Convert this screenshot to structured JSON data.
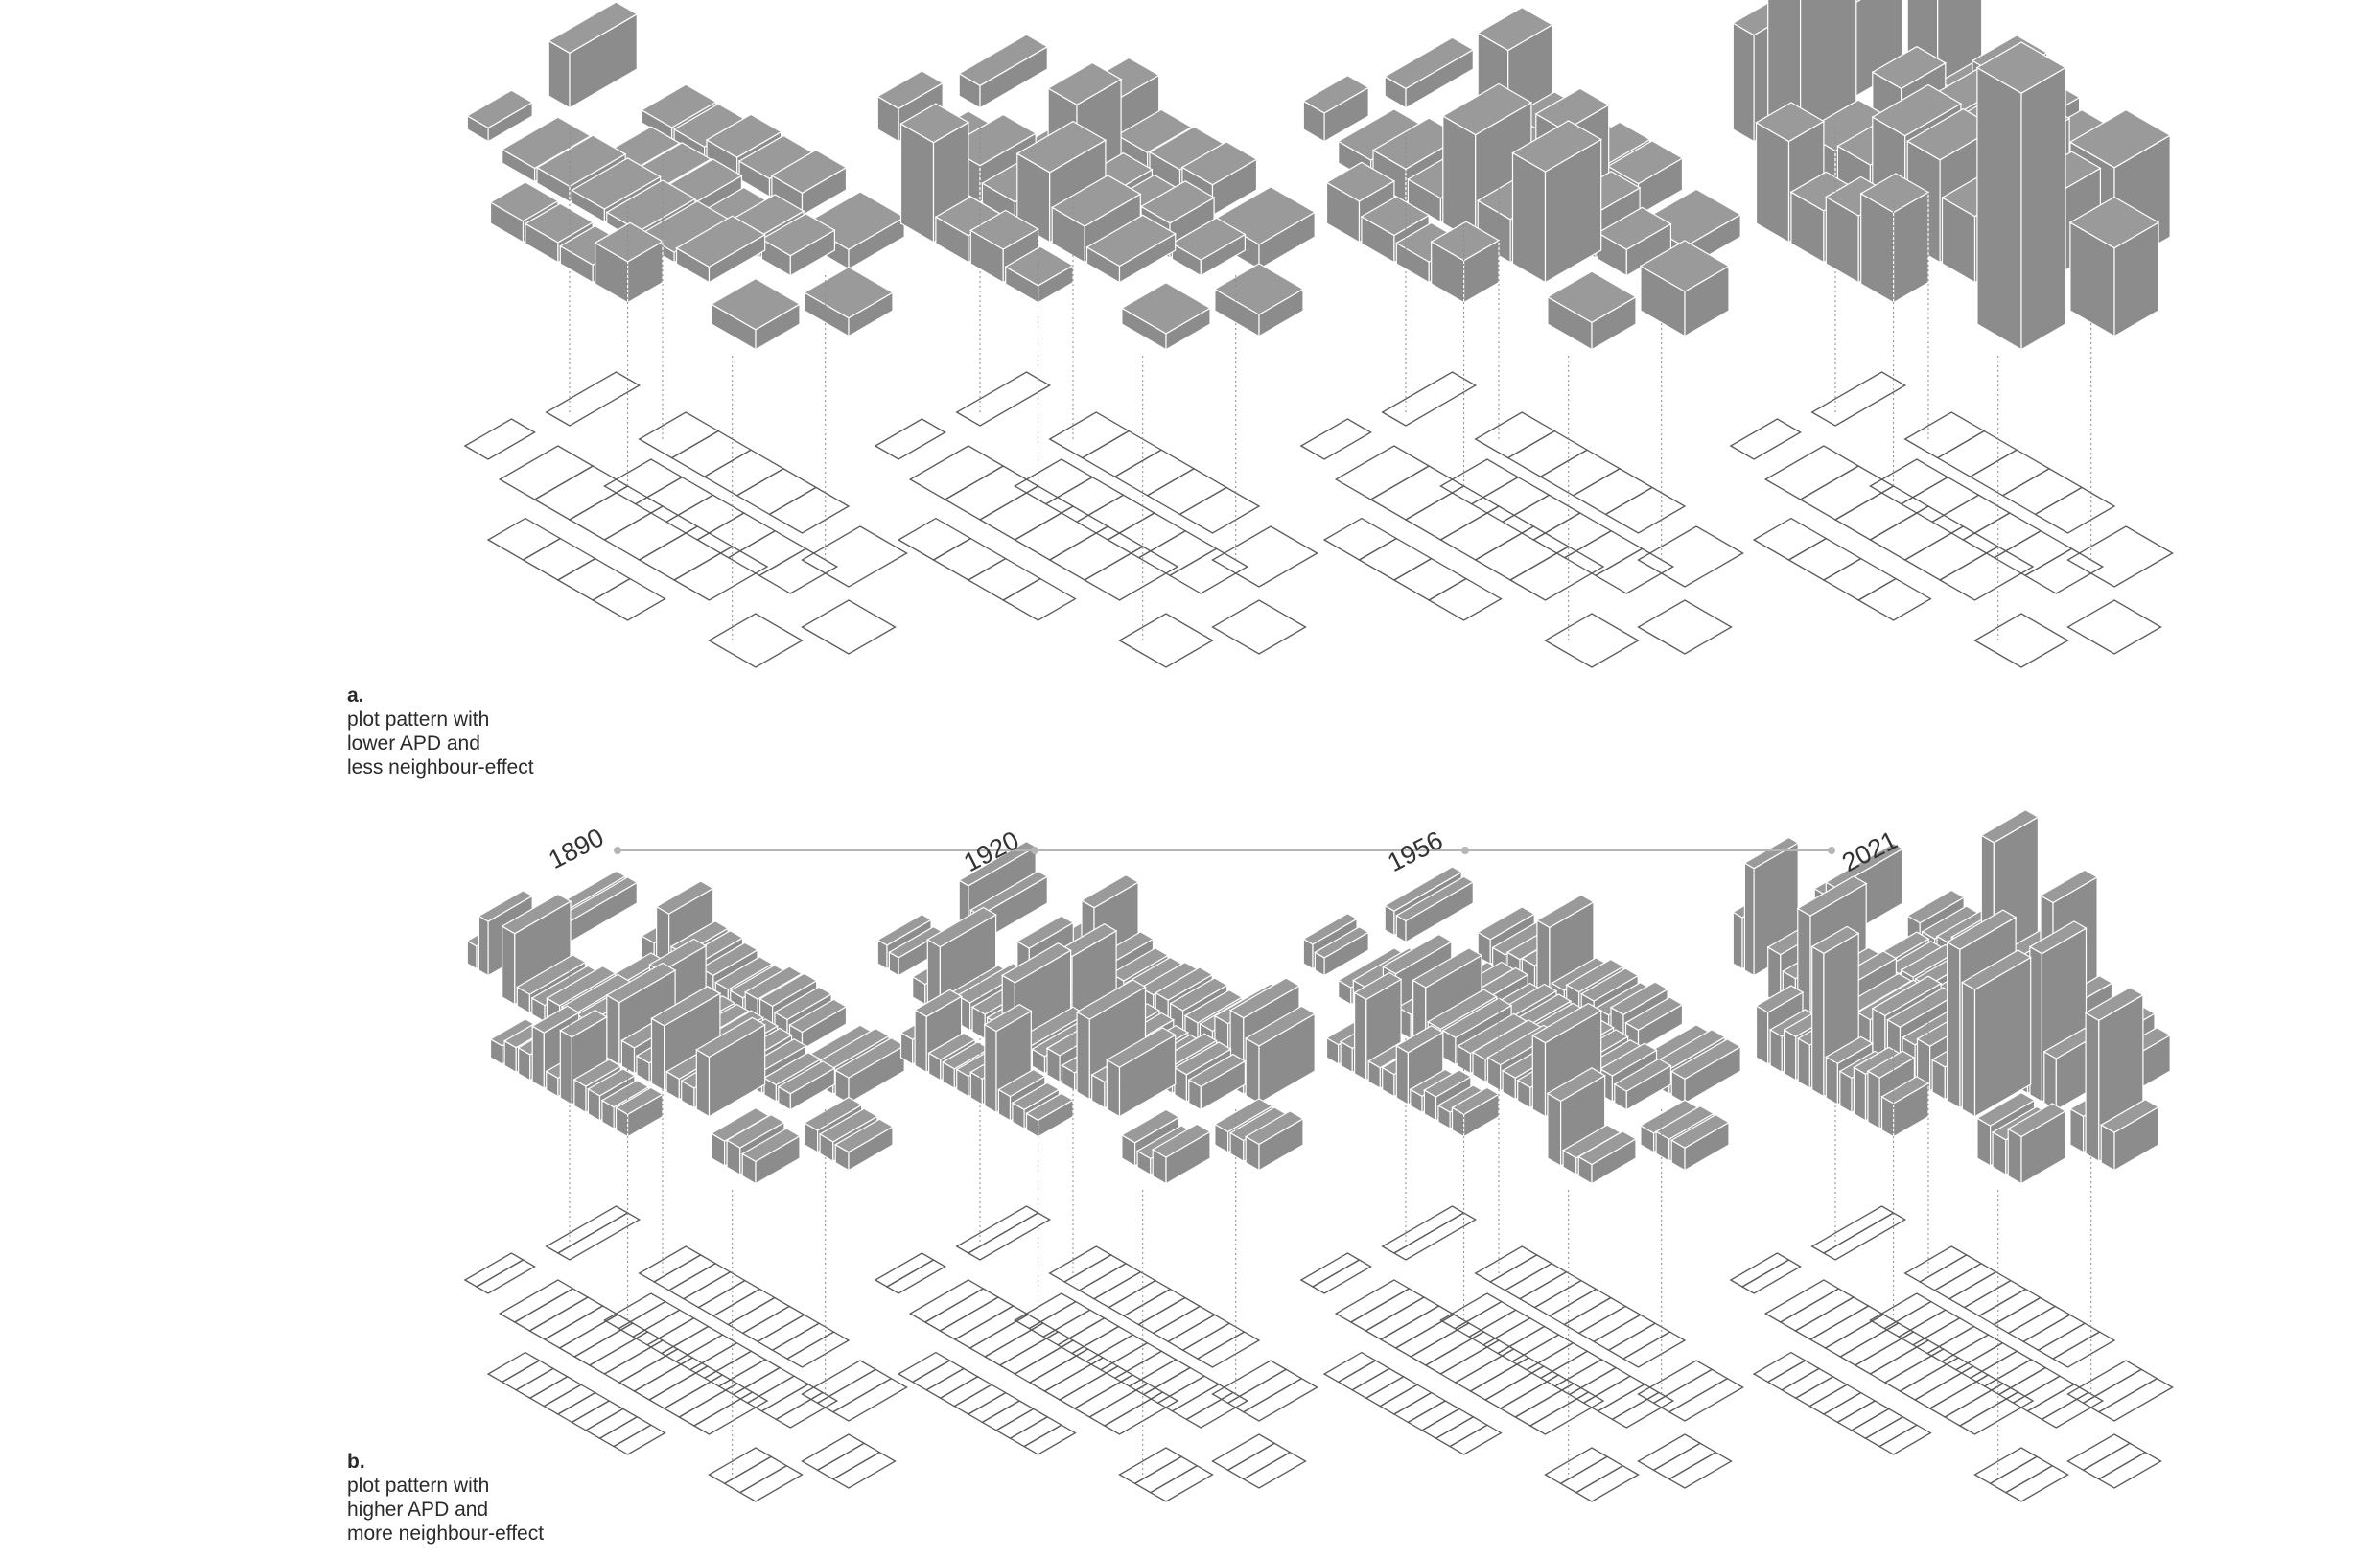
{
  "diagram": {
    "row_a": {
      "letter": "a.",
      "lines": [
        "plot pattern with",
        "lower APD and",
        "less neighbour-effect"
      ]
    },
    "row_b": {
      "letter": "b.",
      "lines": [
        "plot pattern with",
        "higher APD and",
        "more neighbour-effect"
      ]
    },
    "timeline": {
      "years": [
        "1890",
        "1920",
        "1956",
        "2021"
      ]
    }
  },
  "colors": {
    "mass_fill": "#8c8c8c",
    "mass_top": "#9a9a9a",
    "edge": "#ffffff",
    "plot_line": "#5a5a5a",
    "leader_line": "#8a8a8a",
    "timeline": "#b5b5b5"
  }
}
